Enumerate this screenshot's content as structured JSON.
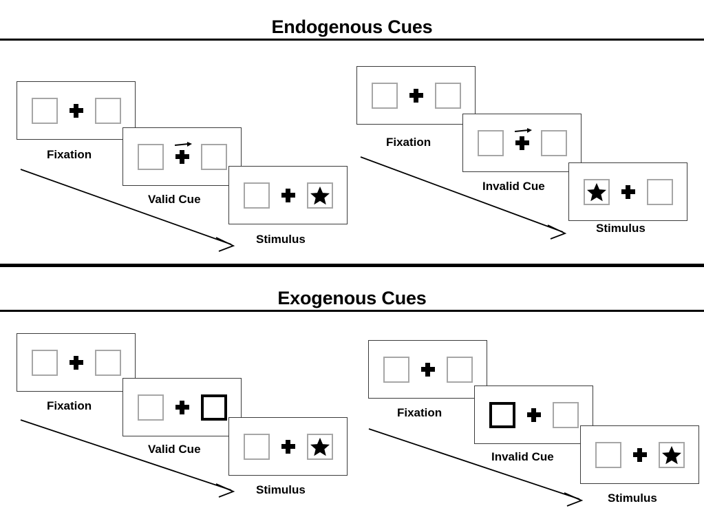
{
  "figure": {
    "type": "diagram",
    "description": "Posner spatial cueing paradigm trial sequences",
    "colors": {
      "ink": "#000000",
      "panel_border": "#3a3a3a",
      "box_border": "#a6a6a6",
      "highlight_border": "#000000",
      "background": "#ffffff"
    }
  },
  "sections": [
    {
      "id": "endogenous",
      "title": "Endogenous Cues",
      "columns": [
        {
          "id": "endogenous-valid",
          "steps": [
            {
              "label": "Fixation",
              "cue_type": "none",
              "left_box": {
                "highlight": false,
                "star": false
              },
              "right_box": {
                "highlight": false,
                "star": false
              },
              "arrow": null
            },
            {
              "label": "Valid Cue",
              "cue_type": "central-arrow",
              "left_box": {
                "highlight": false,
                "star": false
              },
              "right_box": {
                "highlight": false,
                "star": false
              },
              "arrow": "right"
            },
            {
              "label": "Stimulus",
              "cue_type": "none",
              "left_box": {
                "highlight": false,
                "star": false
              },
              "right_box": {
                "highlight": false,
                "star": true
              },
              "arrow": null
            }
          ]
        },
        {
          "id": "endogenous-invalid",
          "steps": [
            {
              "label": "Fixation",
              "cue_type": "none",
              "left_box": {
                "highlight": false,
                "star": false
              },
              "right_box": {
                "highlight": false,
                "star": false
              },
              "arrow": null
            },
            {
              "label": "Invalid Cue",
              "cue_type": "central-arrow",
              "left_box": {
                "highlight": false,
                "star": false
              },
              "right_box": {
                "highlight": false,
                "star": false
              },
              "arrow": "right"
            },
            {
              "label": "Stimulus",
              "cue_type": "none",
              "left_box": {
                "highlight": false,
                "star": true
              },
              "right_box": {
                "highlight": false,
                "star": false
              },
              "arrow": null
            }
          ]
        }
      ]
    },
    {
      "id": "exogenous",
      "title": "Exogenous Cues",
      "columns": [
        {
          "id": "exogenous-valid",
          "steps": [
            {
              "label": "Fixation",
              "cue_type": "none",
              "left_box": {
                "highlight": false,
                "star": false
              },
              "right_box": {
                "highlight": false,
                "star": false
              },
              "arrow": null
            },
            {
              "label": "Valid Cue",
              "cue_type": "peripheral-box",
              "left_box": {
                "highlight": false,
                "star": false
              },
              "right_box": {
                "highlight": true,
                "star": false
              },
              "arrow": null
            },
            {
              "label": "Stimulus",
              "cue_type": "none",
              "left_box": {
                "highlight": false,
                "star": false
              },
              "right_box": {
                "highlight": false,
                "star": true
              },
              "arrow": null
            }
          ]
        },
        {
          "id": "exogenous-invalid",
          "steps": [
            {
              "label": "Fixation",
              "cue_type": "none",
              "left_box": {
                "highlight": false,
                "star": false
              },
              "right_box": {
                "highlight": false,
                "star": false
              },
              "arrow": null
            },
            {
              "label": "Invalid Cue",
              "cue_type": "peripheral-box",
              "left_box": {
                "highlight": true,
                "star": false
              },
              "right_box": {
                "highlight": false,
                "star": false
              },
              "arrow": null
            },
            {
              "label": "Stimulus",
              "cue_type": "none",
              "left_box": {
                "highlight": false,
                "star": false
              },
              "right_box": {
                "highlight": false,
                "star": true
              },
              "arrow": null
            }
          ]
        }
      ]
    }
  ],
  "icons": {
    "star": "star-icon",
    "fixation_cross": "fixation-cross-icon",
    "cue_arrow": "rightward-arrow-icon",
    "flow_arrow": "time-flow-arrow-icon"
  }
}
